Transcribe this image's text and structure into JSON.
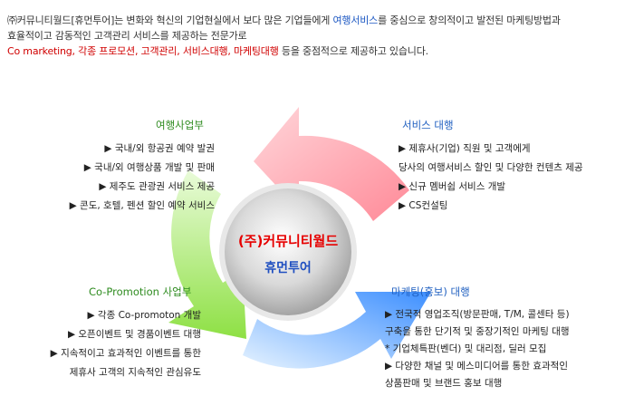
{
  "intro": {
    "l1_a": "㈜커뮤니티월드[휴먼투어]는 변화와 혁신의 기업현실에서 보다 많은 기업들에게 ",
    "l1_b": "여행서비스",
    "l1_c": "를 중심으로 창의적이고 발전된 마케팅방법과",
    "l2": "효율적이고 감동적인 고객관리 서비스를 제공하는 전문가로",
    "l3_a": "Co marketing, 각종 프로모션, 고객관리, 서비스대행, 마케팅대행",
    "l3_b": " 등을 중점적으로 제공하고 있습니다."
  },
  "center": {
    "title": "(주)커뮤니티월드",
    "subtitle": "휴먼투어"
  },
  "sections": {
    "travel": {
      "title": "여행사업부",
      "items": [
        "▶ 국내/외 항공권 예약 발권",
        "▶ 국내/외 여행상품 개발 및 판매",
        "▶ 제주도 관광권 서비스 제공",
        "▶ 콘도, 호텔, 펜션 할인 예약 서비스"
      ]
    },
    "service": {
      "title": "서비스 대행",
      "items": [
        "▶ 제휴사(기업) 직원 및 고객에게",
        "당사의 여행서비스 할인 및 다양한 컨텐츠 제공",
        "▶ 신규 멤버쉽 서비스 개발",
        "▶ CS컨설팅"
      ]
    },
    "copro": {
      "title": "Co-Promotion 사업부",
      "items": [
        "▶ 각종 Co-promoton 개발",
        "▶ 오픈이벤트 및 경품이벤트 대행",
        "▶ 지속적이고 효과적인 이벤트를 통한",
        "제휴사 고객의 지속적인 관심유도"
      ]
    },
    "marketing": {
      "title": "마케팅(홍보) 대행",
      "items": [
        "▶ 전국적 영업조직(방문판매, T/M, 콜센타 등)",
        "구축을 통한 단기적 및 중장기적인 마케팅 대행",
        "* 기업체특판(벤더) 및 대리점, 딜러 모집",
        "▶ 다양한 채널 및 메스미디어를 통한 효과적인",
        "상품판매 및 브랜드 홍보 대행"
      ]
    }
  },
  "colors": {
    "brand_red": "#d00000",
    "brand_blue": "#1a56c2",
    "travel_green": "#2e8b1f"
  }
}
